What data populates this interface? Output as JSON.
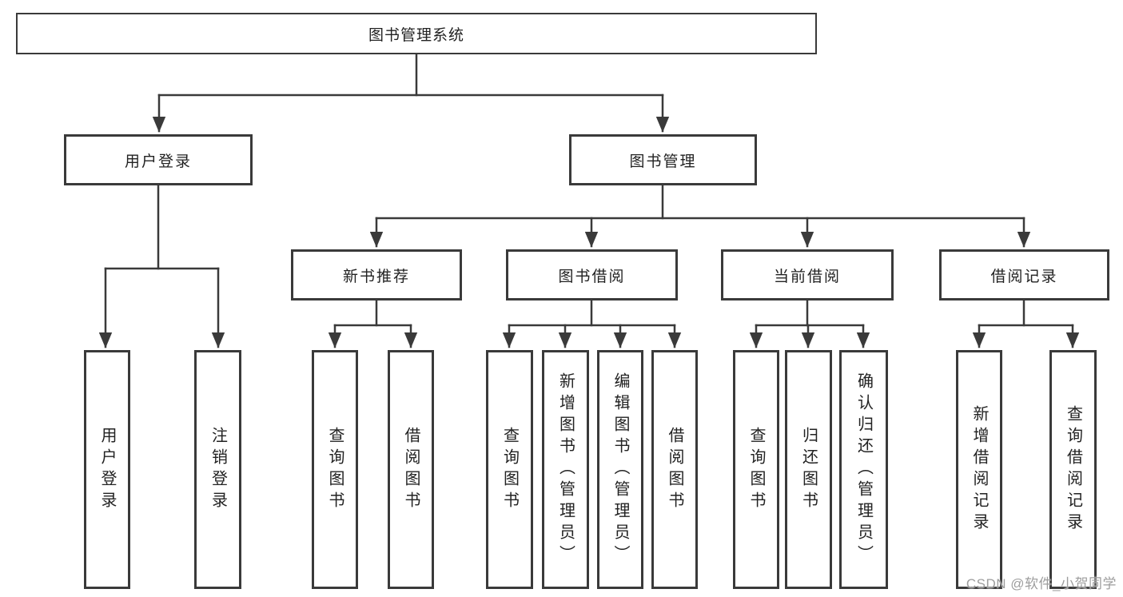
{
  "diagram": {
    "root": {
      "label": "图书管理系统"
    },
    "user_login": {
      "label": "用户登录",
      "children": [
        {
          "label": "用户登录"
        },
        {
          "label": "注销登录"
        }
      ]
    },
    "book_management": {
      "label": "图书管理",
      "sections": [
        {
          "label": "新书推荐",
          "children": [
            {
              "label": "查询图书"
            },
            {
              "label": "借阅图书"
            }
          ]
        },
        {
          "label": "图书借阅",
          "children": [
            {
              "label": "查询图书"
            },
            {
              "label": "新增图书（管理员）"
            },
            {
              "label": "编辑图书（管理员）"
            },
            {
              "label": "借阅图书"
            }
          ]
        },
        {
          "label": "当前借阅",
          "children": [
            {
              "label": "查询图书"
            },
            {
              "label": "归还图书"
            },
            {
              "label": "确认归还（管理员）"
            }
          ]
        },
        {
          "label": "借阅记录",
          "children": [
            {
              "label": "新增借阅记录"
            },
            {
              "label": "查询借阅记录"
            }
          ]
        }
      ]
    },
    "line_color": "#3a3a3a"
  },
  "watermark": "CSDN @软件_小贺同学"
}
